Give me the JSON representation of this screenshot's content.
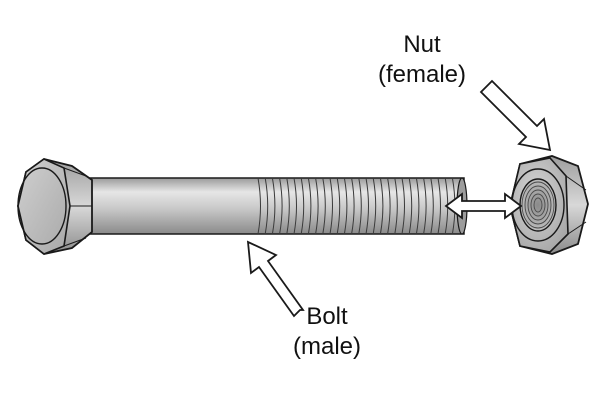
{
  "labels": {
    "nut": {
      "line1": "Nut",
      "line2": "(female)"
    },
    "bolt": {
      "line1": "Bolt",
      "line2": "(male)"
    }
  },
  "colors": {
    "outline": "#1a1a1a",
    "metal_light": "#e2e2e2",
    "metal_mid": "#bdbdbd",
    "metal_dark": "#8e8e8e",
    "arrow_fill": "#ffffff"
  }
}
